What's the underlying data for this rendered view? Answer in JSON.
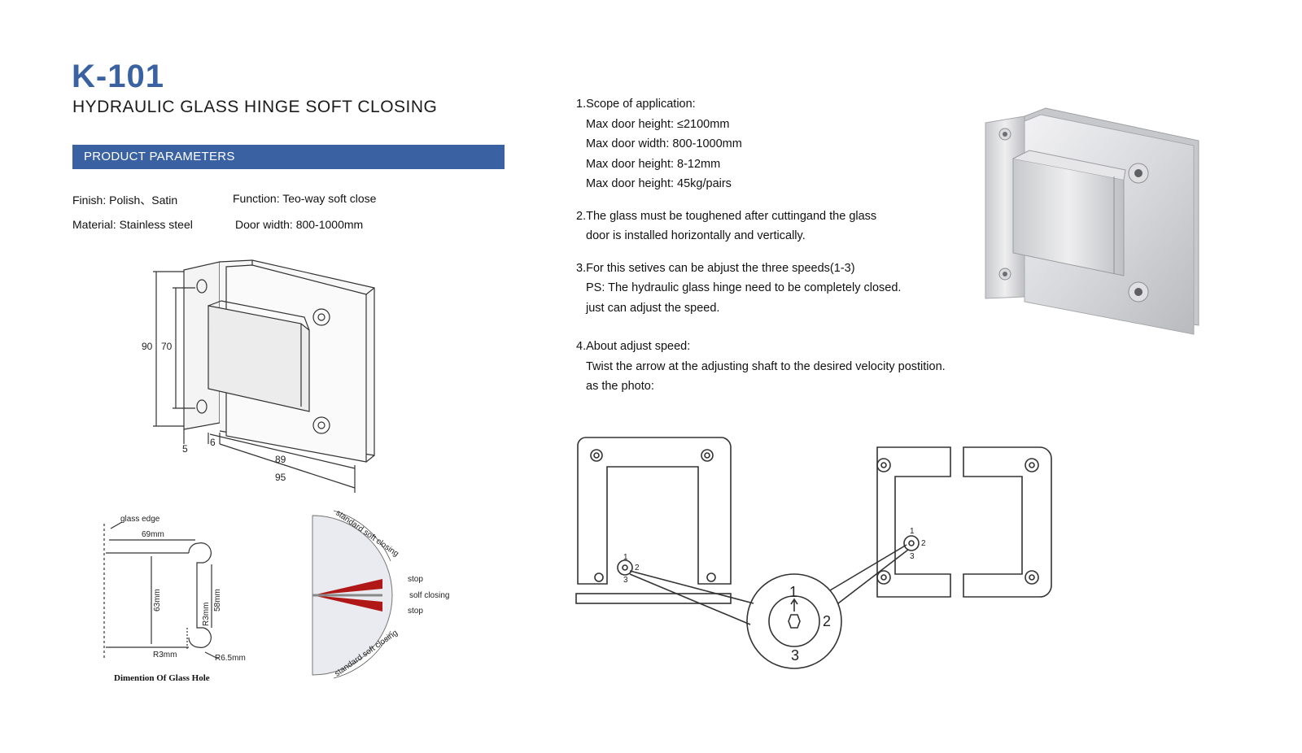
{
  "header": {
    "model": "K-101",
    "subtitle": "HYDRAULIC GLASS HINGE SOFT CLOSING"
  },
  "params_bar": {
    "label": "PRODUCT PARAMETERS"
  },
  "specs": {
    "finish": {
      "label": "Finish:",
      "value": "Polish、Satin"
    },
    "function": {
      "label": "Function:",
      "value": "Teo-way soft close"
    },
    "material": {
      "label": "Material:",
      "value": "Stainless steel"
    },
    "door_width": {
      "label": "Door width:",
      "value": "800-1000mm"
    }
  },
  "dimension_drawing": {
    "h_outer": "90",
    "h_inner": "70",
    "d_5": "5",
    "d_6": "6",
    "w_89": "89",
    "w_95": "95"
  },
  "glass_hole": {
    "glass_edge": "glass edge",
    "w69": "69mm",
    "h63": "63mm",
    "h58": "58mm",
    "r3_a": "R3mm",
    "r3_b": "R3mm",
    "r65": "R6.5mm",
    "caption": "Dimention Of Glass Hole"
  },
  "closing_diagram": {
    "standard_top": "standard soft closing",
    "standard_bottom": "standard soft closing",
    "stop_top": "stop",
    "soft_closing": "solf closing",
    "stop_bottom": "stop"
  },
  "notes": {
    "n1_title": "1.Scope of application:",
    "n1_line1": "Max door height:  ≤2100mm",
    "n1_line2": "Max door width:  800-1000mm",
    "n1_line3": "Max door height:  8-12mm",
    "n1_line4": "Max door height:  45kg/pairs",
    "n2_line1": "2.The glass must be toughened after cuttingand the glass",
    "n2_line2": "door is installed horizontally and vertically.",
    "n3_line1": "3.For this setives can be abjust the three speeds(1-3)",
    "n3_line2": "PS:  The hydraulic glass hinge need to be completely closed.",
    "n3_line3": "just can adjust the speed.",
    "n4_line1": "4.About adjust speed:",
    "n4_line2": "Twist the arrow at the adjusting shaft to the desired velocity postition.",
    "n4_line3": "as the photo:"
  },
  "adjust_diagram": {
    "s1": "1",
    "s2": "2",
    "s3": "3",
    "l1": "1",
    "l2": "2",
    "l3": "3",
    "r1": "1",
    "r2": "2",
    "r3": "3"
  }
}
